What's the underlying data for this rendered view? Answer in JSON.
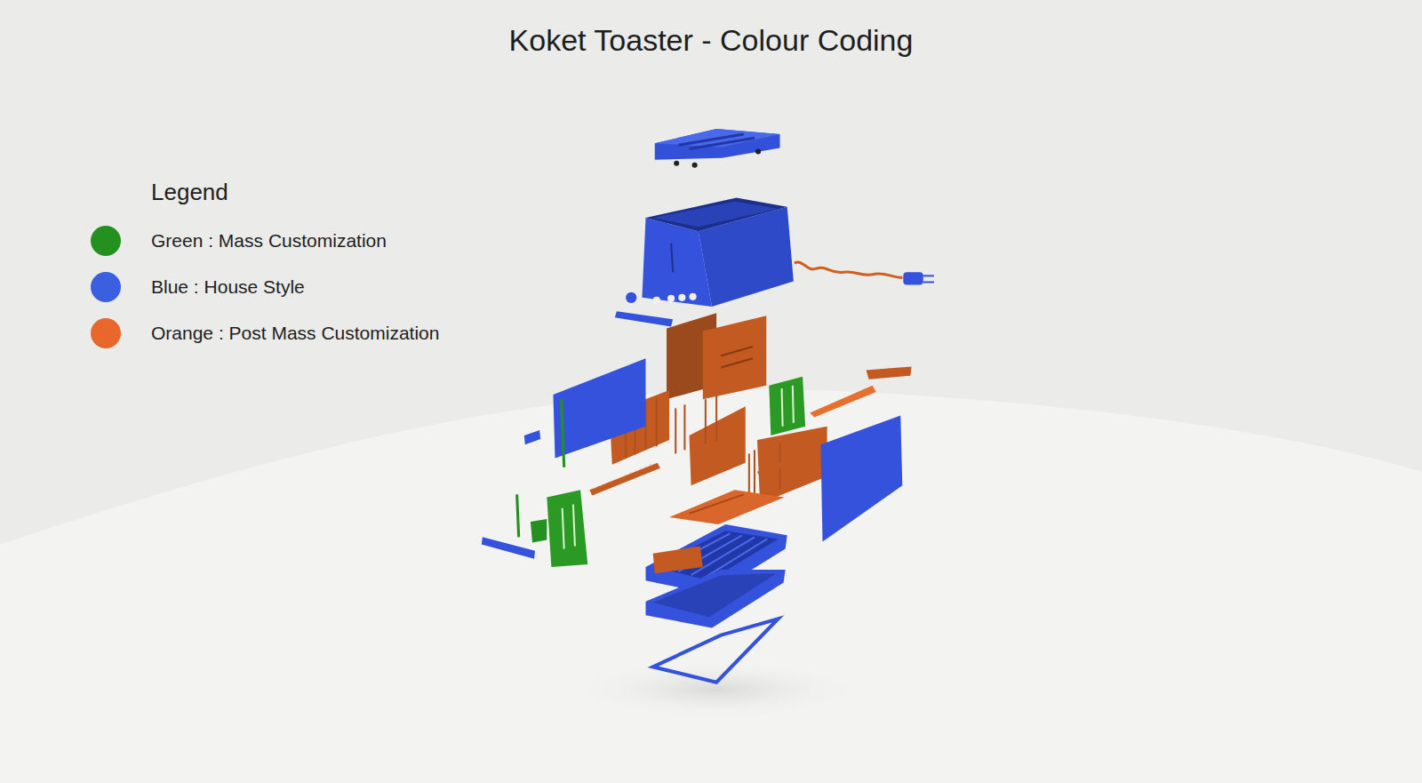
{
  "diagram": {
    "title": "Koket Toaster - Colour Coding",
    "labels": [
      "Legend"
    ],
    "legend": [
      {
        "text": "Green : Mass Customization",
        "color": "#23901f"
      },
      {
        "text": "Blue : House Style",
        "color": "#3a5fe0"
      },
      {
        "text": "Orange : Post Mass Customization",
        "color": "#e8672a"
      }
    ]
  }
}
